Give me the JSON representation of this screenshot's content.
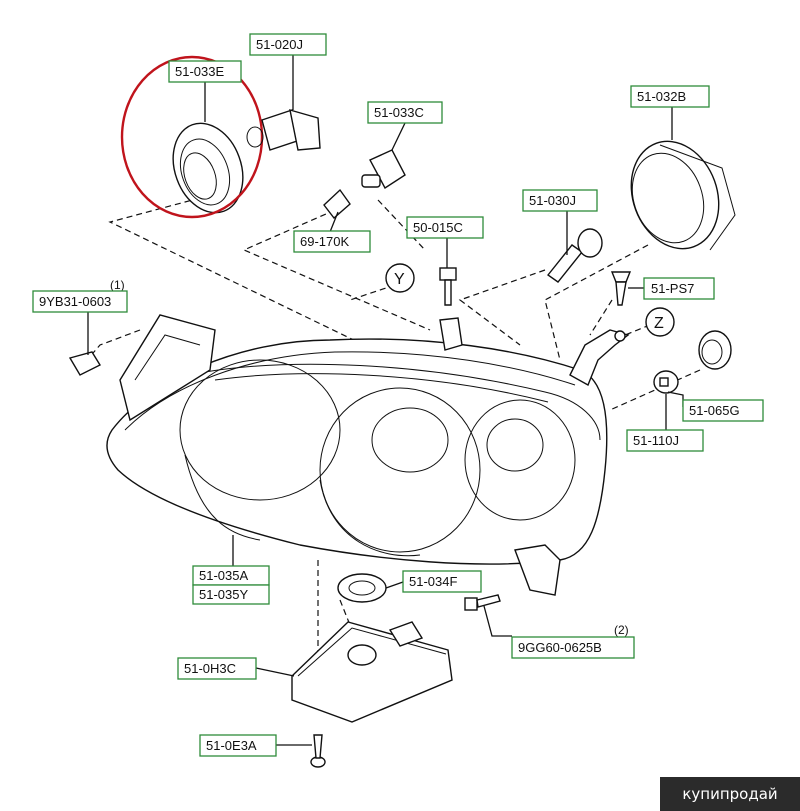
{
  "labels": {
    "l033e": "51-033E",
    "l020j": "51-020J",
    "l033c": "51-033C",
    "l032b": "51-032B",
    "l170k": "69-170K",
    "l015c": "50-015C",
    "l030j": "51-030J",
    "lps7": "51-PS7",
    "l9yb31": "9YB31-0603",
    "l065g": "51-065G",
    "l110j": "51-110J",
    "l035a": "51-035A",
    "l035y": "51-035Y",
    "l034f": "51-034F",
    "l9gg60": "9GG60-0625B",
    "l0h3c": "51-0H3C",
    "l0e3a": "51-0E3A"
  },
  "quantities": {
    "q9yb31": "(1)",
    "q9gg60": "(2)"
  },
  "views": {
    "y": "Y",
    "z": "Z"
  },
  "watermark": "купипродай",
  "colors": {
    "label_border": "#2e8b3a",
    "highlight_circle": "#c0141c",
    "watermark_bg": "#2b2b2b"
  }
}
